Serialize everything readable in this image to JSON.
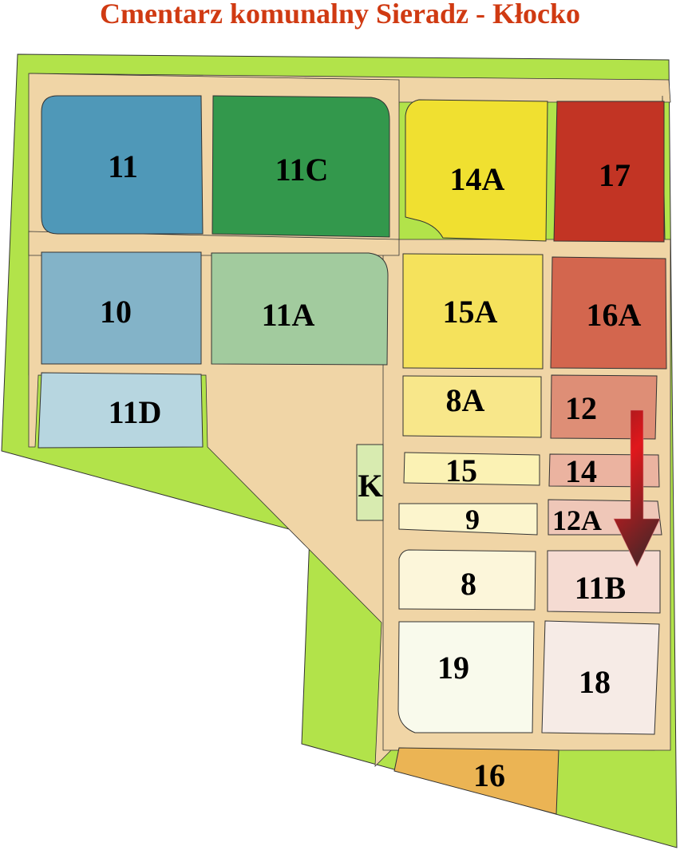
{
  "title": "Cmentarz komunalny Sieradz - Kłocko",
  "colors": {
    "grass": "#b2e34a",
    "path": "#f0d5a6",
    "title": "#d03a12",
    "arrow": "#c0181c"
  },
  "sections": {
    "s11": "11",
    "s11C": "11C",
    "s14A": "14A",
    "s17": "17",
    "s10": "10",
    "s11A": "11A",
    "s15A": "15A",
    "s16A": "16A",
    "s11D": "11D",
    "s8A": "8A",
    "s12": "12",
    "sK": "K",
    "s15": "15",
    "s14": "14",
    "s9": "9",
    "s12A": "12A",
    "s8": "8",
    "s11B": "11B",
    "s19": "19",
    "s18": "18",
    "s16": "16"
  },
  "marker": {
    "icon": "arrow-down-icon",
    "target": "11B"
  }
}
